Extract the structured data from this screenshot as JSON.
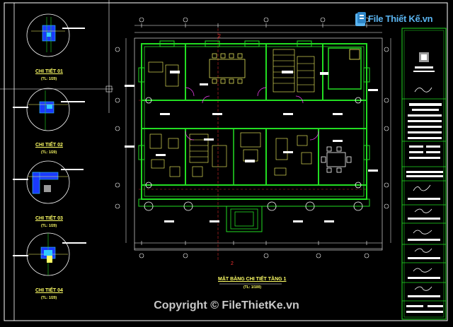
{
  "watermark": {
    "brand_name": "File Thiết Kế.vn",
    "copyright": "Copyright © FileThietKe.vn",
    "brand_color": "#5ab4f0"
  },
  "drawing": {
    "title": "MẶT BẰNG CHI TIẾT TẦNG 1",
    "scale": "(TL: 1/100)",
    "grid_marker_top": "2",
    "grid_marker_bottom": "2"
  },
  "details": [
    {
      "title": "CHI TIẾT 01",
      "scale": "(TL: 1/20)"
    },
    {
      "title": "CHI TIẾT 02",
      "scale": "(TL: 1/20)"
    },
    {
      "title": "CHI TIẾT 03",
      "scale": "(TL: 1/20)"
    },
    {
      "title": "CHI TIẾT 04",
      "scale": "(TL: 1/20)"
    }
  ],
  "colors": {
    "background": "#000000",
    "walls": "#22dd22",
    "dimensions": "#ffffff",
    "furniture": "#ffff66",
    "gridlines": "#ff3333",
    "cyan": "#33ccff",
    "magenta": "#ff44ff",
    "border": "#ffffff"
  }
}
